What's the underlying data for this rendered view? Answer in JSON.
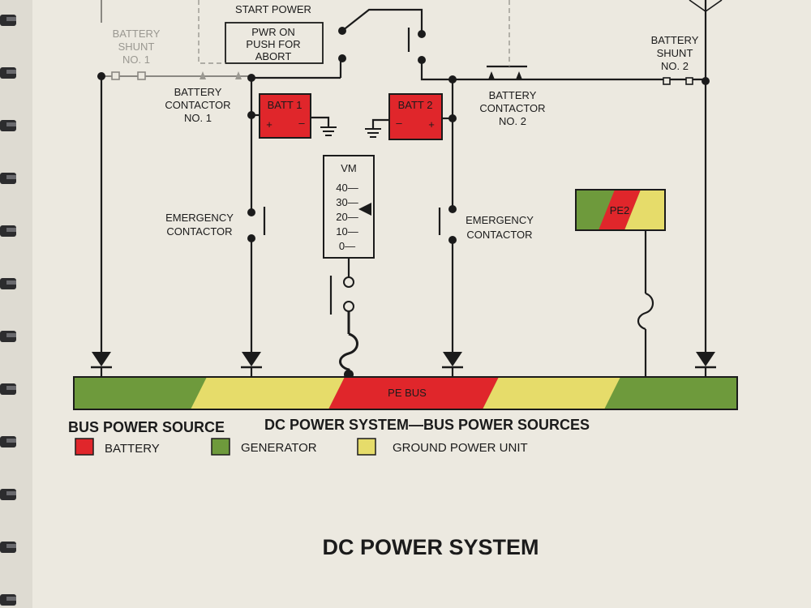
{
  "colors": {
    "paper": "#ece9e0",
    "battery": "#e0262b",
    "generator": "#6e9a3c",
    "ground_power_unit": "#e6dc6a",
    "ink": "#1b1b1b"
  },
  "labels": {
    "start_power": "START POWER",
    "pwr_on": "PWR ON",
    "push_for": "PUSH FOR",
    "abort": "ABORT",
    "battery_shunt_1_line1": "BATTERY",
    "battery_shunt_1_line2": "SHUNT",
    "battery_shunt_1_line3": "NO. 1",
    "battery_shunt_2_line1": "BATTERY",
    "battery_shunt_2_line2": "SHUNT",
    "battery_shunt_2_line3": "NO. 2",
    "battery_contactor_1_line1": "BATTERY",
    "battery_contactor_1_line2": "CONTACTOR",
    "battery_contactor_1_line3": "NO. 1",
    "battery_contactor_2_line1": "BATTERY",
    "battery_contactor_2_line2": "CONTACTOR",
    "battery_contactor_2_line3": "NO. 2",
    "batt1": "BATT 1",
    "batt2": "BATT 2",
    "emergency_contactor_left_line1": "EMERGENCY",
    "emergency_contactor_left_line2": "CONTACTOR",
    "emergency_contactor_right_line1": "EMERGENCY",
    "emergency_contactor_right_line2": "CONTACTOR",
    "vm": "VM",
    "vm_ticks": [
      "40—",
      "30—",
      "20—",
      "10—",
      "0—"
    ],
    "pe2": "PE2",
    "pe_bus": "PE BUS"
  },
  "captions": {
    "bus_power_source": "BUS POWER SOURCE",
    "diagram_title": "DC POWER SYSTEM—BUS POWER SOURCES",
    "page_title": "DC POWER SYSTEM"
  },
  "legend": [
    {
      "label": "BATTERY",
      "color": "#e0262b"
    },
    {
      "label": "GENERATOR",
      "color": "#6e9a3c"
    },
    {
      "label": "GROUND POWER UNIT",
      "color": "#e6dc6a"
    }
  ],
  "icons": {
    "spiral_binding": "binding-ring-icon",
    "diode": "diode-arrow-icon",
    "ground": "ground-symbol-icon",
    "fuse": "fuse-icon"
  }
}
